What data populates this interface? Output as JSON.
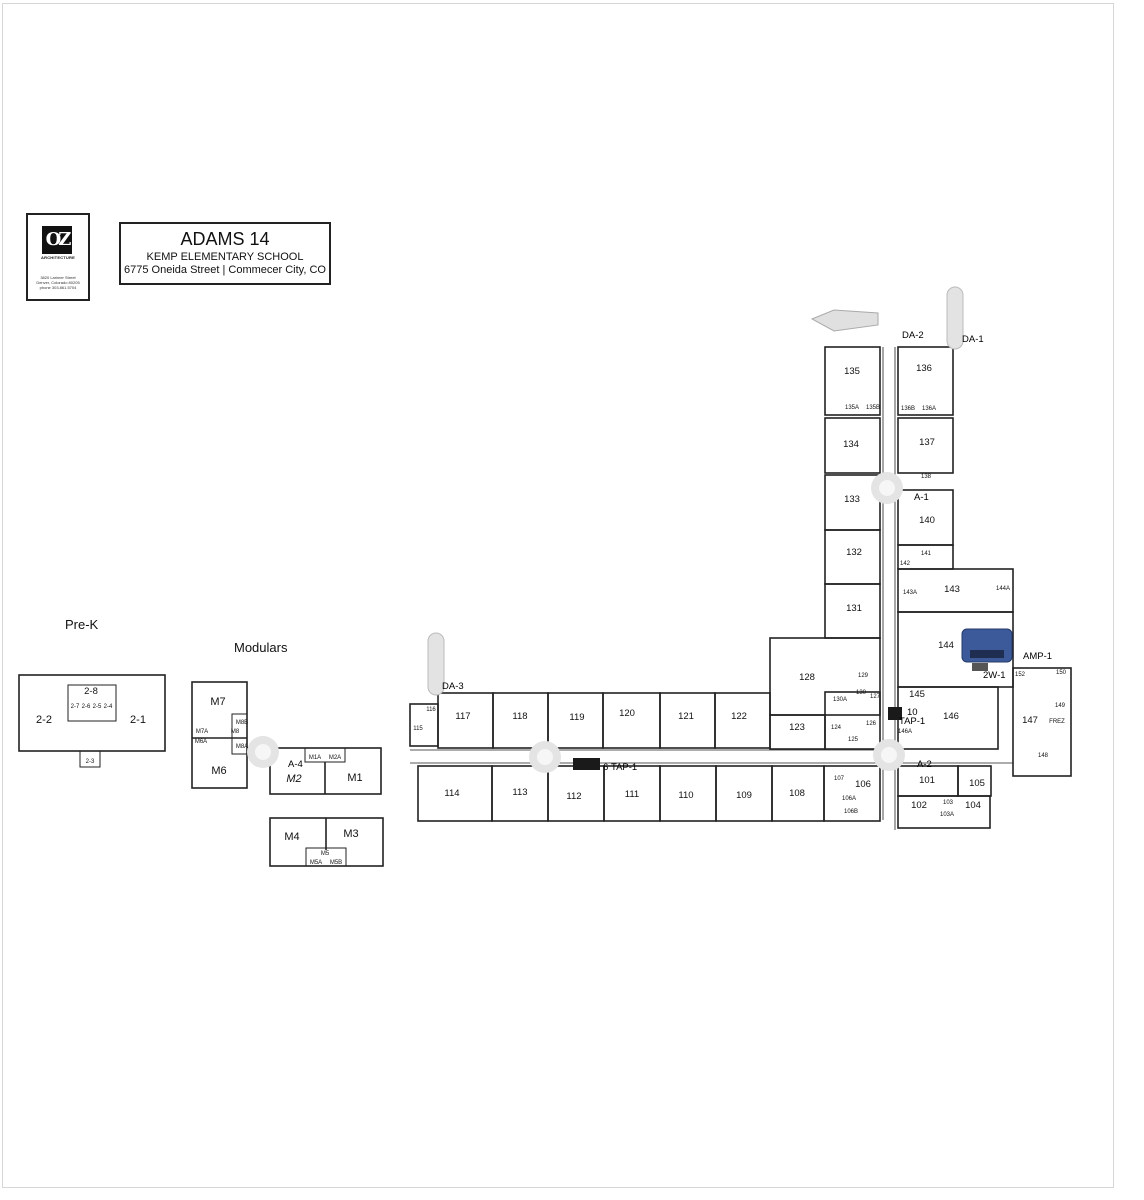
{
  "logo": {
    "mark": "OZ",
    "name": "ARCHITECTURE",
    "address_lines": [
      "3820 Larimer Street",
      "Denver, Colorado 80205",
      "phone 303.861.5704"
    ]
  },
  "title_block": {
    "line1": "ADAMS 14",
    "line2": "KEMP ELEMENTARY SCHOOL",
    "line3": "6775 Oneida Street  |  Commecer City, CO"
  },
  "sections": {
    "prek": "Pre-K",
    "modulars": "Modulars"
  },
  "rooms": {
    "r135": "135",
    "r136": "136",
    "r134": "134",
    "r137": "137",
    "r133": "133",
    "r140": "140",
    "r132": "132",
    "r131": "131",
    "r143": "143",
    "r144": "144",
    "r128": "128",
    "r145": "145",
    "r146": "146",
    "r147": "147",
    "r123": "123",
    "r117": "117",
    "r118": "118",
    "r119": "119",
    "r120": "120",
    "r121": "121",
    "r122": "122",
    "r114": "114",
    "r113": "113",
    "r112": "112",
    "r111": "111",
    "r110": "110",
    "r109": "109",
    "r108": "108",
    "r106": "106",
    "r101": "101",
    "r105": "105",
    "r102": "102",
    "r104": "104",
    "r107": "107",
    "r135a": "135A",
    "r135b": "135B",
    "r136a": "136A",
    "r136b": "136B",
    "r138": "138",
    "r141": "141",
    "r142": "142",
    "r143a": "143A",
    "r144a": "144A",
    "r129": "129",
    "r130": "130",
    "r130a": "130A",
    "r127": "127",
    "r126": "126",
    "r124": "124",
    "r125": "125",
    "r116": "116",
    "r115": "115",
    "r106a": "106A",
    "r106b": "106B",
    "r103": "103",
    "r103a": "103A",
    "r150": "150",
    "r152": "152",
    "r149": "149",
    "r148": "148",
    "frez": "FREZ",
    "r146a": "146A"
  },
  "prek_rooms": {
    "r22": "2-2",
    "r21": "2-1",
    "r28": "2-8",
    "r27": "2-7",
    "r26": "2-6",
    "r25": "2-5",
    "r24": "2-4",
    "r23": "2-3"
  },
  "modular_rooms": {
    "m7": "M7",
    "m6": "M6",
    "m7a": "M7A",
    "m6a": "M6A",
    "m8": "M8",
    "m8a": "M8A",
    "m8b": "M8B",
    "m1": "M1",
    "m2": "M2",
    "m1a": "M1A",
    "m2a": "M2A",
    "m3": "M3",
    "m4": "M4",
    "m5": "M5",
    "m5a": "M5A",
    "m5b": "M5B"
  },
  "equipment": {
    "da1": "DA-1",
    "da2": "DA-2",
    "da3": "DA-3",
    "a1": "A-1",
    "a2": "A-2",
    "a4": "A-4",
    "amp1": "AMP-1",
    "w1": "2W-1",
    "tap10": "10",
    "tap10_label": "TAP-1",
    "tap6": "6",
    "tap6_label": "TAP-1"
  },
  "colors": {
    "wall": "#222222",
    "rack": "#3c5a99",
    "tap": "#1a1a1a",
    "speaker": "#d9d9d9",
    "antenna": "#e3e3e3"
  }
}
